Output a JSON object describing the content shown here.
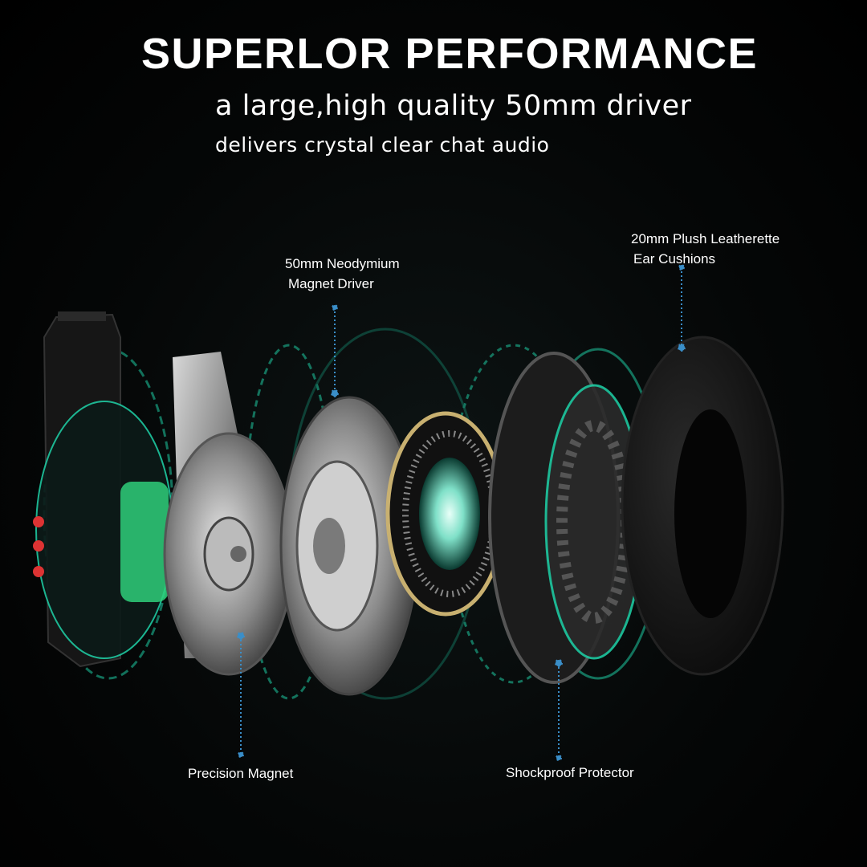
{
  "header": {
    "title": "SUPERLOR PERFORMANCE",
    "tagline_1": "a large,high quality 50mm driver",
    "tagline_2": "delivers crystal clear chat audio"
  },
  "callouts": {
    "driver": {
      "line1": "50mm Neodymium",
      "line2": "Magnet Driver"
    },
    "cushions": {
      "line1": "20mm Plush Leatherette",
      "line2": "Ear Cushions"
    },
    "magnet": {
      "label": "Precision Magnet"
    },
    "protector": {
      "label": "Shockproof Protector"
    }
  },
  "colors": {
    "background": "#000000",
    "glow": "#1ec8a0",
    "leader_line": "#3a8ec8",
    "cushion": "#111111"
  }
}
